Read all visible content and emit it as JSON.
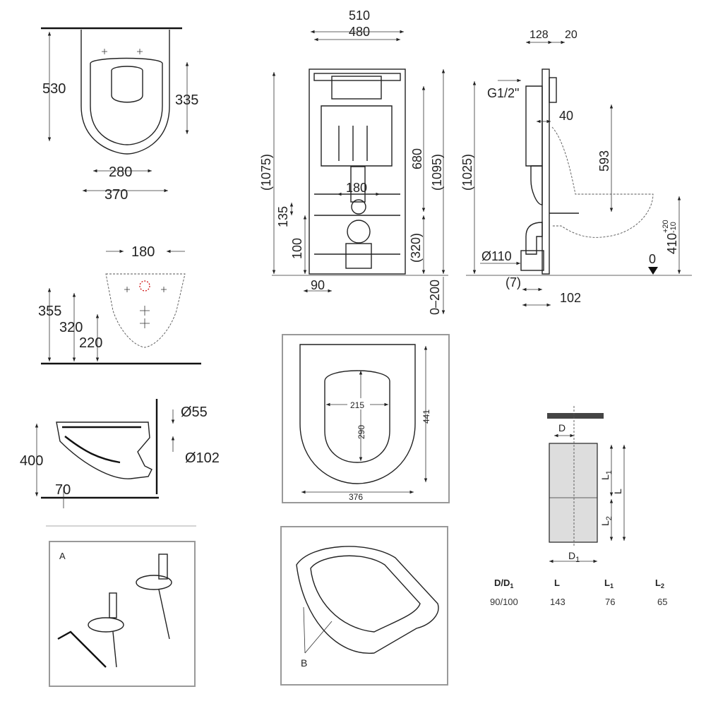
{
  "top_view": {
    "depth": "530",
    "seat_depth": "335",
    "inner_width": "280",
    "width": "370"
  },
  "rear_view": {
    "hole_spacing": "180",
    "h1": "355",
    "h2": "320",
    "h3": "220"
  },
  "side_view": {
    "dia_small": "Ø55",
    "dia_large": "Ø102",
    "height": "400",
    "offset": "70"
  },
  "hinge_kit": {
    "label": "A"
  },
  "frame_front": {
    "width_outer": "510",
    "width_inner": "480",
    "height_total": "(1075)",
    "h_680": "680",
    "h_1095": "(1095)",
    "bolt_spacing": "180",
    "h_135": "135",
    "h_100": "100",
    "h_320": "(320)",
    "foot": "90",
    "adjust": "0–200"
  },
  "frame_side": {
    "depth_128": "128",
    "depth_20": "20",
    "inlet": "G1/2\"",
    "d_40": "40",
    "h_593": "593",
    "h_1025": "(1025)",
    "h_410": "410",
    "tol_plus": "+20",
    "tol_minus": "-10",
    "zero": "0",
    "drain": "Ø110",
    "d_7": "(7)",
    "d_102": "102"
  },
  "seat_top": {
    "inner_w": "215",
    "inner_h": "290",
    "length": "441",
    "width": "376"
  },
  "seat_3d": {
    "label": "B"
  },
  "pipe": {
    "d_label": "D",
    "d1_label": "D",
    "d1_sub": "1",
    "l_label": "L",
    "l1_label": "L",
    "l1_sub": "1",
    "l2_label": "L",
    "l2_sub": "2",
    "table": {
      "headers": [
        {
          "t": "D/D",
          "s": "1"
        },
        {
          "t": "L",
          "s": ""
        },
        {
          "t": "L",
          "s": "1"
        },
        {
          "t": "L",
          "s": "2"
        }
      ],
      "values": [
        "90/100",
        "143",
        "76",
        "65"
      ]
    }
  }
}
